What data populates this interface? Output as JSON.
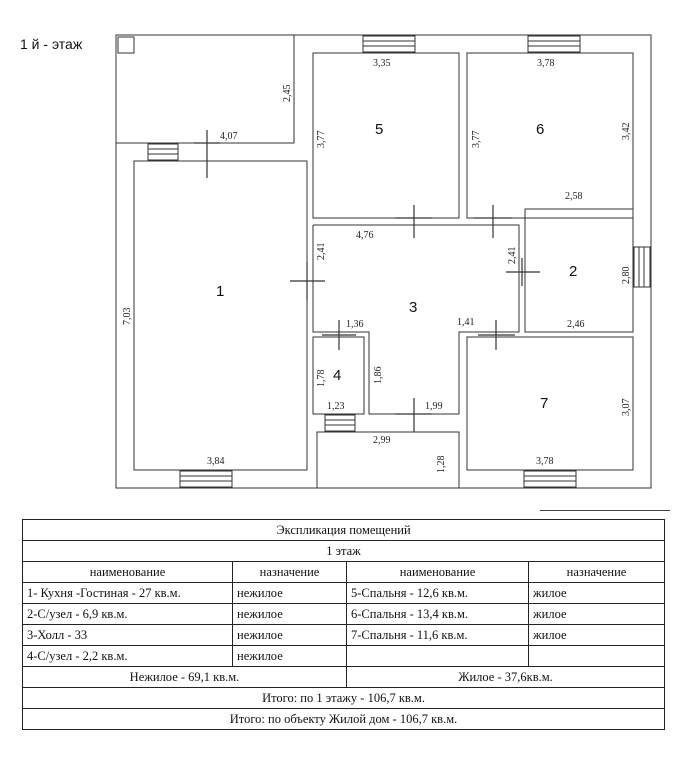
{
  "floor_title": "1 й - этаж",
  "rooms": {
    "r1": "1",
    "r2": "2",
    "r3": "3",
    "r4": "4",
    "r5": "5",
    "r6": "6",
    "r7": "7"
  },
  "dimensions": {
    "porch_width": "4,07",
    "porch_depth": "2,45",
    "r5_width": "3,35",
    "r5_height": "3,77",
    "r6_width": "3,78",
    "r6_height_left": "3,77",
    "r6_height_right": "3,42",
    "r2_width_top": "2,58",
    "r2_height": "2,80",
    "r2_width_bottom": "2,46",
    "r1_height": "7,03",
    "r1_width": "3,84",
    "hall_width_top": "4,76",
    "hall_height_left": "2,41",
    "hall_height_right": "2,41",
    "hall_seg_left": "1,36",
    "hall_seg_right": "1,41",
    "hall_lower_height": "1,86",
    "hall_lower_width": "1,99",
    "r4_height": "1,78",
    "r4_width": "1,23",
    "entry_width": "2,99",
    "entry_depth": "1,28",
    "r7_height": "3,07",
    "r7_width": "3,78"
  },
  "explication": {
    "title": "Экспликация помещений",
    "floor": "1 этаж",
    "headers": [
      "наименование",
      "назначение",
      "наименование",
      "назначение"
    ],
    "rows": [
      [
        "1- Кухня -Гостиная - 27 кв.м.",
        "нежилое",
        "5-Спальня - 12,6 кв.м.",
        "жилое"
      ],
      [
        "2-С/узел  - 6,9 кв.м.",
        "нежилое",
        "6-Спальня - 13,4 кв.м.",
        "жилое"
      ],
      [
        "3-Холл - 33",
        "нежилое",
        "7-Спальня - 11,6 кв.м.",
        "жилое"
      ],
      [
        "4-С/узел  - 2,2 кв.м.",
        "нежилое",
        "",
        ""
      ]
    ],
    "nonliving_total": "Нежилое - 69,1 кв.м.",
    "living_total": "Жилое - 37,6кв.м.",
    "floor_total": "Итого: по 1 этажу  - 106,7 кв.м.",
    "object_total": "Итого: по объекту Жилой дом - 106,7 кв.м."
  }
}
